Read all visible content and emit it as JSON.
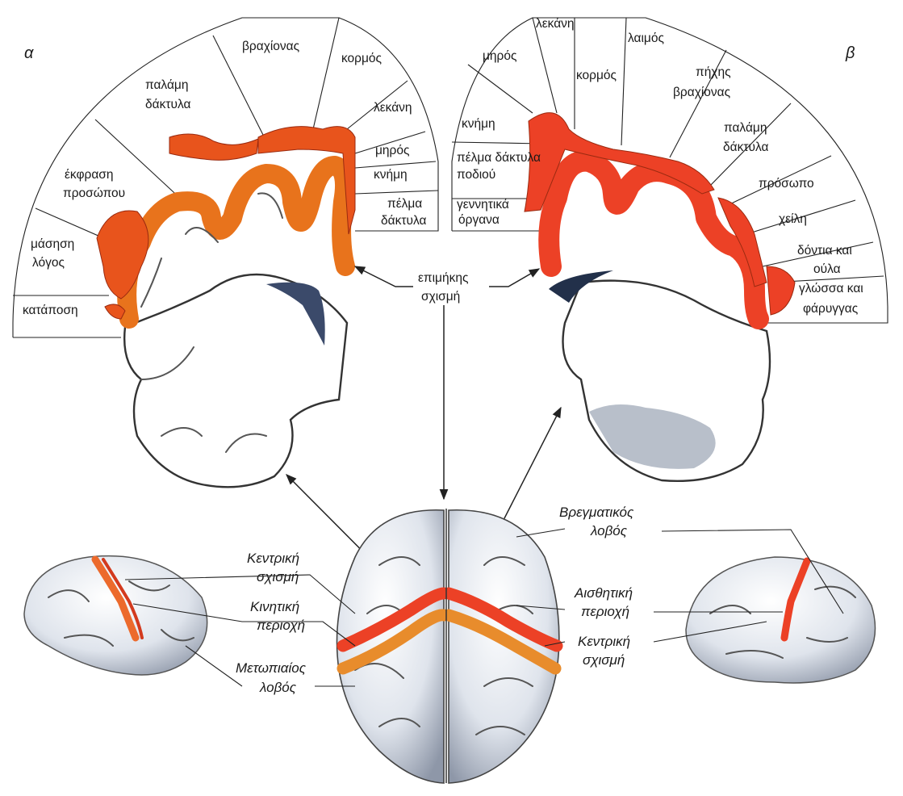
{
  "panel_a": {
    "letter": "α",
    "segments": [
      {
        "lines": [
          "κατάποση"
        ]
      },
      {
        "lines": [
          "μάσηση",
          "λόγος"
        ]
      },
      {
        "lines": [
          "έκφραση",
          "προσώπου"
        ]
      },
      {
        "lines": [
          "παλάμη",
          "δάκτυλα"
        ]
      },
      {
        "lines": [
          "βραχίονας"
        ]
      },
      {
        "lines": [
          "κορμός"
        ]
      },
      {
        "lines": [
          "λεκάνη"
        ]
      },
      {
        "lines": [
          "μηρός"
        ]
      },
      {
        "lines": [
          "κνήμη"
        ]
      },
      {
        "lines": [
          "πέλμα",
          "δάκτυλα"
        ]
      }
    ]
  },
  "panel_b": {
    "letter": "β",
    "segments": [
      {
        "lines": [
          "γεννητικά",
          "όργανα"
        ]
      },
      {
        "lines": [
          "πέλμα δάκτυλα",
          "ποδιού"
        ]
      },
      {
        "lines": [
          "κνήμη"
        ]
      },
      {
        "lines": [
          "μηρός"
        ]
      },
      {
        "lines": [
          "λεκάνη"
        ]
      },
      {
        "lines": [
          "κορμός"
        ]
      },
      {
        "lines": [
          "λαιμός"
        ]
      },
      {
        "lines": [
          "πήχης",
          "βραχίονας"
        ]
      },
      {
        "lines": [
          "παλάμη",
          "δάκτυλα"
        ]
      },
      {
        "lines": [
          "πρόσωπο"
        ]
      },
      {
        "lines": [
          "χείλη"
        ]
      },
      {
        "lines": [
          "δόντια και",
          "ούλα"
        ]
      },
      {
        "lines": [
          "γλώσσα και",
          "φάρυγγας"
        ]
      }
    ]
  },
  "center_label": {
    "lines": [
      "επιμήκης",
      "σχισμή"
    ]
  },
  "bottom_labels": {
    "kentriki_left": {
      "lines": [
        "Κεντρική",
        "σχισμή"
      ]
    },
    "kinitiki": {
      "lines": [
        "Κινητική",
        "περιοχή"
      ]
    },
    "metopiaios": {
      "lines": [
        "Μετωπιαίος",
        "λοβός"
      ]
    },
    "vregmatikos": {
      "lines": [
        "Βρεγματικός",
        "λοβός"
      ]
    },
    "aisthitiki": {
      "lines": [
        "Αισθητική",
        "περιοχή"
      ]
    },
    "kentriki_right": {
      "lines": [
        "Κεντρική",
        "σχισμή"
      ]
    }
  },
  "colors": {
    "motor_cortex": "#e8731c",
    "sensory_cortex": "#ec4126",
    "brain_fill": "#dfe4ec",
    "brain_shadow": "#9aa2b0"
  }
}
